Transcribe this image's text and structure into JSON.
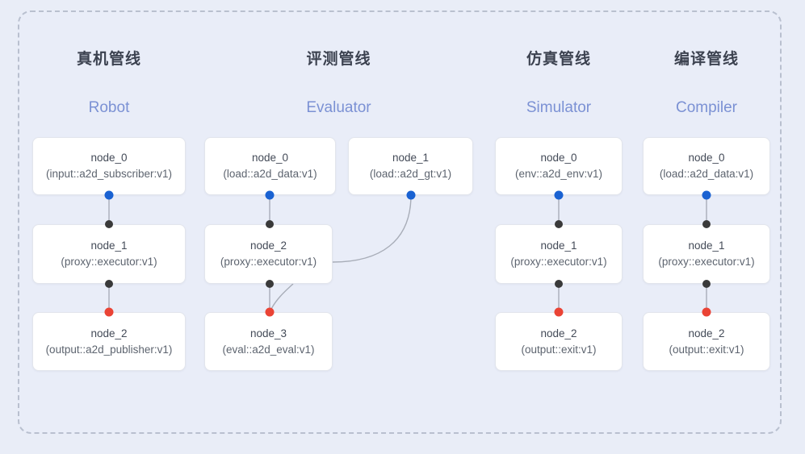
{
  "diagram": {
    "background_color": "#e9edf8",
    "frame_border_color": "#b9c0cf",
    "accent_color": "#7b91d4",
    "port_colors": {
      "input": "#1a62d2",
      "intermediate": "#3a3a3a",
      "output": "#ea4335"
    }
  },
  "columns": [
    {
      "title_cn": "真机管线",
      "title_en": "Robot",
      "nodes": [
        {
          "name": "node_0",
          "type": "(input::a2d_subscriber:v1)"
        },
        {
          "name": "node_1",
          "type": "(proxy::executor:v1)"
        },
        {
          "name": "node_2",
          "type": "(output::a2d_publisher:v1)"
        }
      ]
    },
    {
      "title_cn": "评测管线",
      "title_en": "Evaluator",
      "nodes": [
        {
          "name": "node_0",
          "type": "(load::a2d_data:v1)"
        },
        {
          "name": "node_1",
          "type": "(load::a2d_gt:v1)"
        },
        {
          "name": "node_2",
          "type": "(proxy::executor:v1)"
        },
        {
          "name": "node_3",
          "type": "(eval::a2d_eval:v1)"
        }
      ]
    },
    {
      "title_cn": "仿真管线",
      "title_en": "Simulator",
      "nodes": [
        {
          "name": "node_0",
          "type": "(env::a2d_env:v1)"
        },
        {
          "name": "node_1",
          "type": "(proxy::executor:v1)"
        },
        {
          "name": "node_2",
          "type": "(output::exit:v1)"
        }
      ]
    },
    {
      "title_cn": "编译管线",
      "title_en": "Compiler",
      "nodes": [
        {
          "name": "node_0",
          "type": "(load::a2d_data:v1)"
        },
        {
          "name": "node_1",
          "type": "(proxy::executor:v1)"
        },
        {
          "name": "node_2",
          "type": "(output::exit:v1)"
        }
      ]
    }
  ]
}
